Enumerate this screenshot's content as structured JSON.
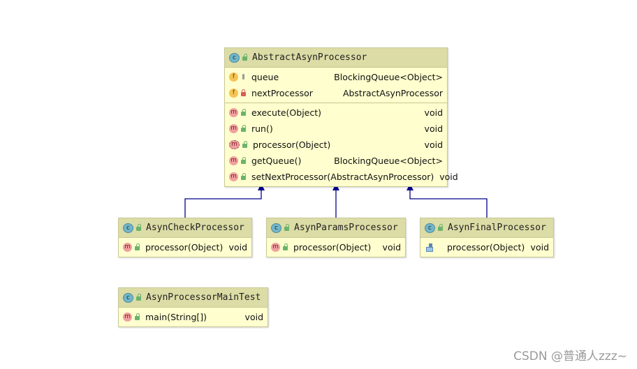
{
  "classes": {
    "abstract": {
      "name": "AbstractAsynProcessor",
      "fields": [
        {
          "name": "queue",
          "type": "BlockingQueue<Object>"
        },
        {
          "name": "nextProcessor",
          "type": "AbstractAsynProcessor"
        }
      ],
      "methods": [
        {
          "name": "execute(Object)",
          "type": "void"
        },
        {
          "name": "run()",
          "type": "void"
        },
        {
          "name": "processor(Object)",
          "type": "void"
        },
        {
          "name": "getQueue()",
          "type": "BlockingQueue<Object>"
        },
        {
          "name": "setNextProcessor(AbstractAsynProcessor)",
          "type": "void"
        }
      ]
    },
    "check": {
      "name": "AsynCheckProcessor",
      "methods": [
        {
          "name": "processor(Object)",
          "type": "void"
        }
      ]
    },
    "params": {
      "name": "AsynParamsProcessor",
      "methods": [
        {
          "name": "processor(Object)",
          "type": "void"
        }
      ]
    },
    "final": {
      "name": "AsynFinalProcessor",
      "methods": [
        {
          "name": "processor(Object)",
          "type": "void"
        }
      ]
    },
    "main_test": {
      "name": "AsynProcessorMainTest",
      "methods": [
        {
          "name": "main(String[])",
          "type": "void"
        }
      ]
    }
  },
  "badges": {
    "class": "c",
    "field": "f",
    "method": "m"
  },
  "icons": {
    "class": "class-icon",
    "field": "field-icon",
    "method": "method-icon",
    "public": "public-visibility-icon",
    "private": "private-visibility-icon",
    "package": "package-visibility-icon",
    "implements": "implements-icon"
  },
  "colors": {
    "box_fill": "#fefece",
    "header_fill": "#dcdca6",
    "arrow": "#00008b"
  },
  "watermark": "CSDN @普通人zzz~"
}
